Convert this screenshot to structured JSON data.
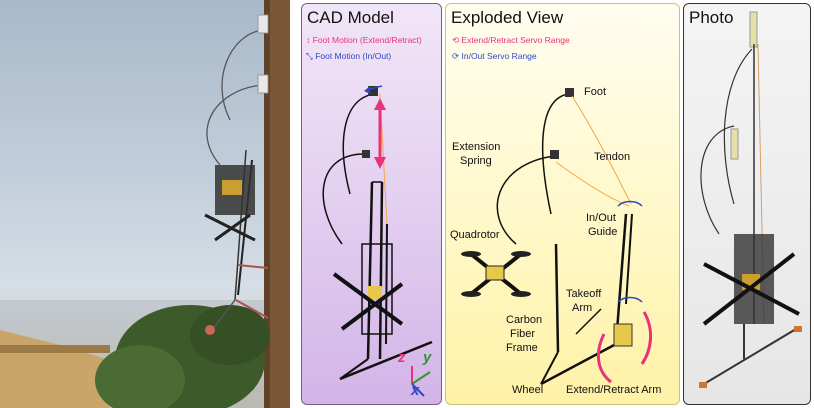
{
  "panels": {
    "cad": {
      "title": "CAD Model",
      "legend": [
        {
          "text": "Foot Motion (Extend/Retract)",
          "color": "#e8337a"
        },
        {
          "text": "Foot Motion (In/Out)",
          "color": "#2b49c8"
        }
      ],
      "axes": {
        "z": "z",
        "y": "y",
        "x": "x"
      }
    },
    "exploded": {
      "title": "Exploded View",
      "legend": [
        {
          "text": "Extend/Retract Servo Range",
          "color": "#e8337a"
        },
        {
          "text": "In/Out Servo Range",
          "color": "#2b49c8"
        }
      ],
      "labels": {
        "foot": "Foot",
        "extension_spring_1": "Extension",
        "extension_spring_2": "Spring",
        "tendon": "Tendon",
        "in_out_guide_1": "In/Out",
        "in_out_guide_2": "Guide",
        "quadrotor": "Quadrotor",
        "takeoff_arm_1": "Takeoff",
        "takeoff_arm_2": "Arm",
        "carbon_1": "Carbon",
        "carbon_2": "Fiber",
        "carbon_3": "Frame",
        "wheel": "Wheel",
        "extend_retract_arm": "Extend/Retract Arm"
      }
    },
    "photo": {
      "title": "Photo"
    }
  },
  "colors": {
    "magenta": "#e8337a",
    "blue": "#2b49c8",
    "tendon": "#f2a64a",
    "green": "#2a9a2a"
  }
}
